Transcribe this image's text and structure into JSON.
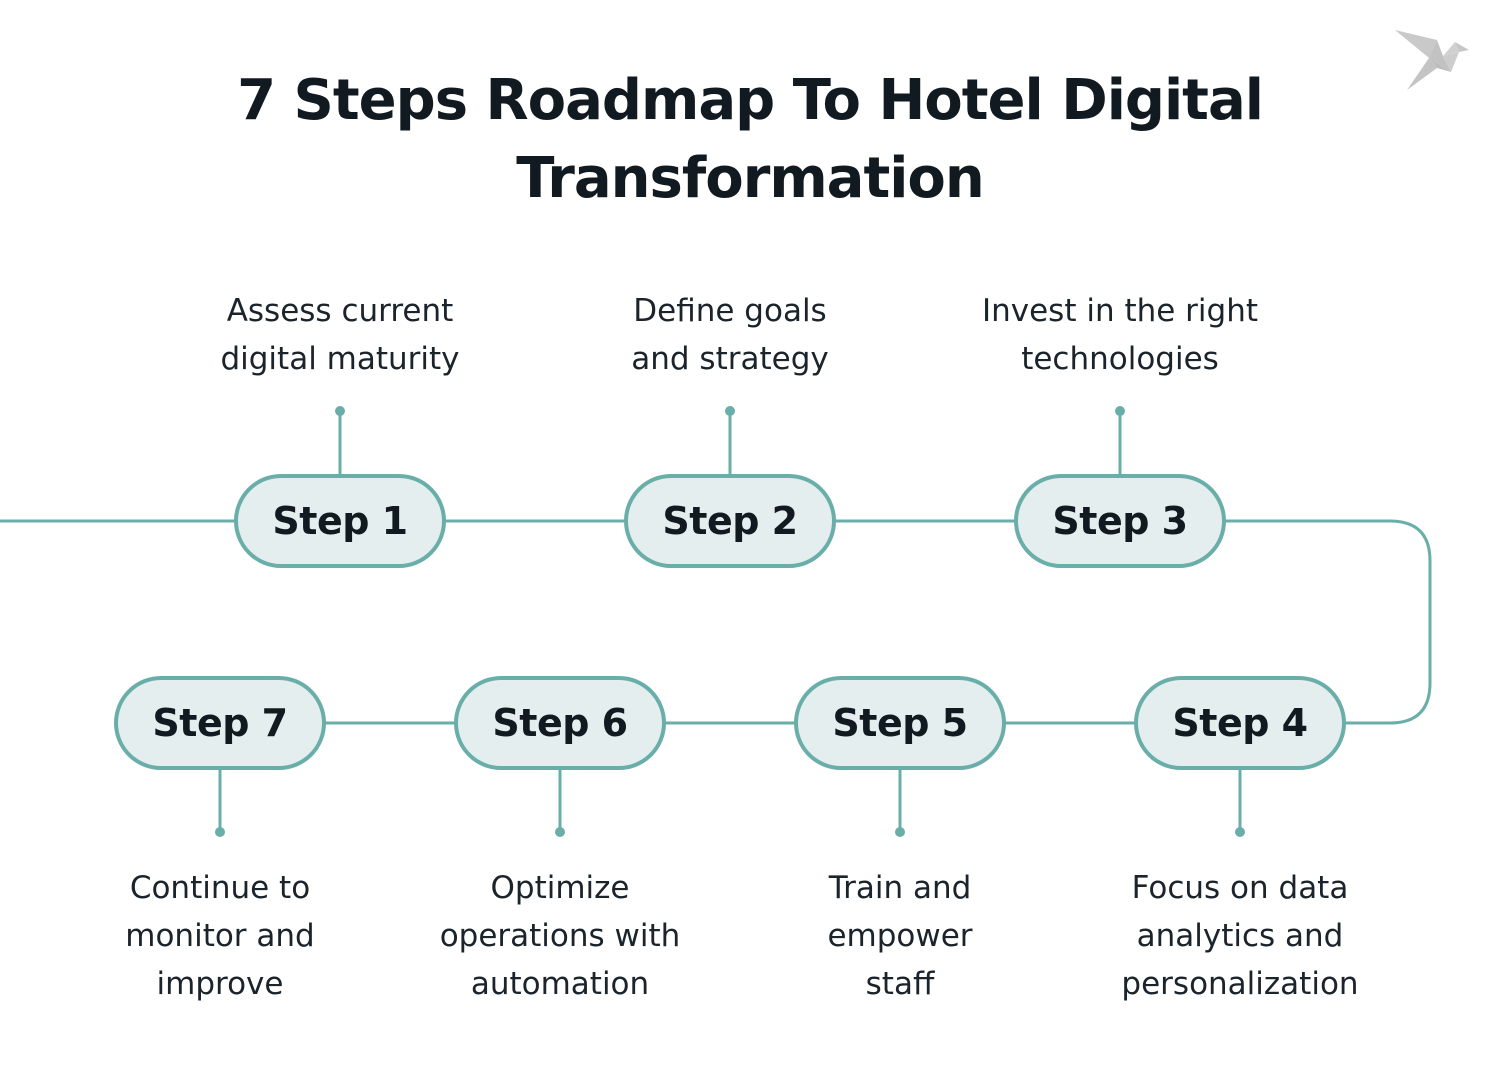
{
  "title": {
    "line1": "7 Steps Roadmap To Hotel Digital",
    "line2": "Transformation"
  },
  "logo": {
    "icon": "origami-bird-icon",
    "color": "#c8c8c8"
  },
  "colors": {
    "accent": "#6aaeaa",
    "pill_fill": "#e5eeee",
    "text": "#121a21"
  },
  "steps": [
    {
      "label": "Step 1",
      "description": "Assess current\ndigital maturity"
    },
    {
      "label": "Step 2",
      "description": "Define goals\nand strategy"
    },
    {
      "label": "Step 3",
      "description": "Invest in the right\ntechnologies"
    },
    {
      "label": "Step 4",
      "description": "Focus on data\nanalytics and\npersonalization"
    },
    {
      "label": "Step 5",
      "description": "Train and\nempower\nstaff"
    },
    {
      "label": "Step 6",
      "description": "Optimize\noperations with\nautomation"
    },
    {
      "label": "Step 7",
      "description": "Continue to\nmonitor and\nimprove"
    }
  ]
}
